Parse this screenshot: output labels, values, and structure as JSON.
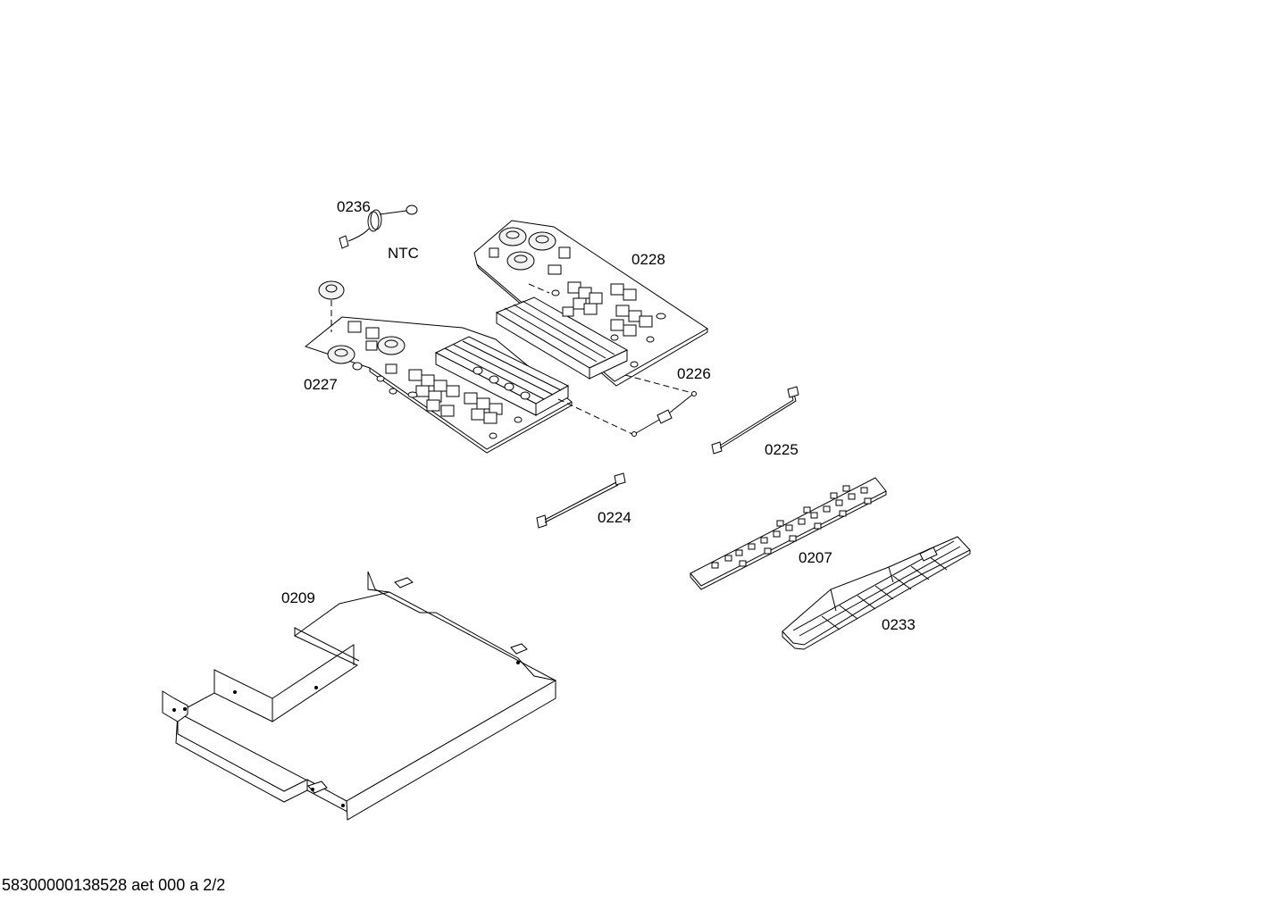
{
  "parts": [
    {
      "id": "0236",
      "name": "part-0236-label"
    },
    {
      "id": "NTC",
      "name": "part-ntc-label"
    },
    {
      "id": "0228",
      "name": "part-0228-label"
    },
    {
      "id": "0227",
      "name": "part-0227-label"
    },
    {
      "id": "0226",
      "name": "part-0226-label"
    },
    {
      "id": "0225",
      "name": "part-0225-label"
    },
    {
      "id": "0224",
      "name": "part-0224-label"
    },
    {
      "id": "0207",
      "name": "part-0207-label"
    },
    {
      "id": "0209",
      "name": "part-0209-label"
    },
    {
      "id": "0233",
      "name": "part-0233-label"
    }
  ],
  "footer": {
    "text": "58300000138528 aet 000 a 2/2"
  }
}
